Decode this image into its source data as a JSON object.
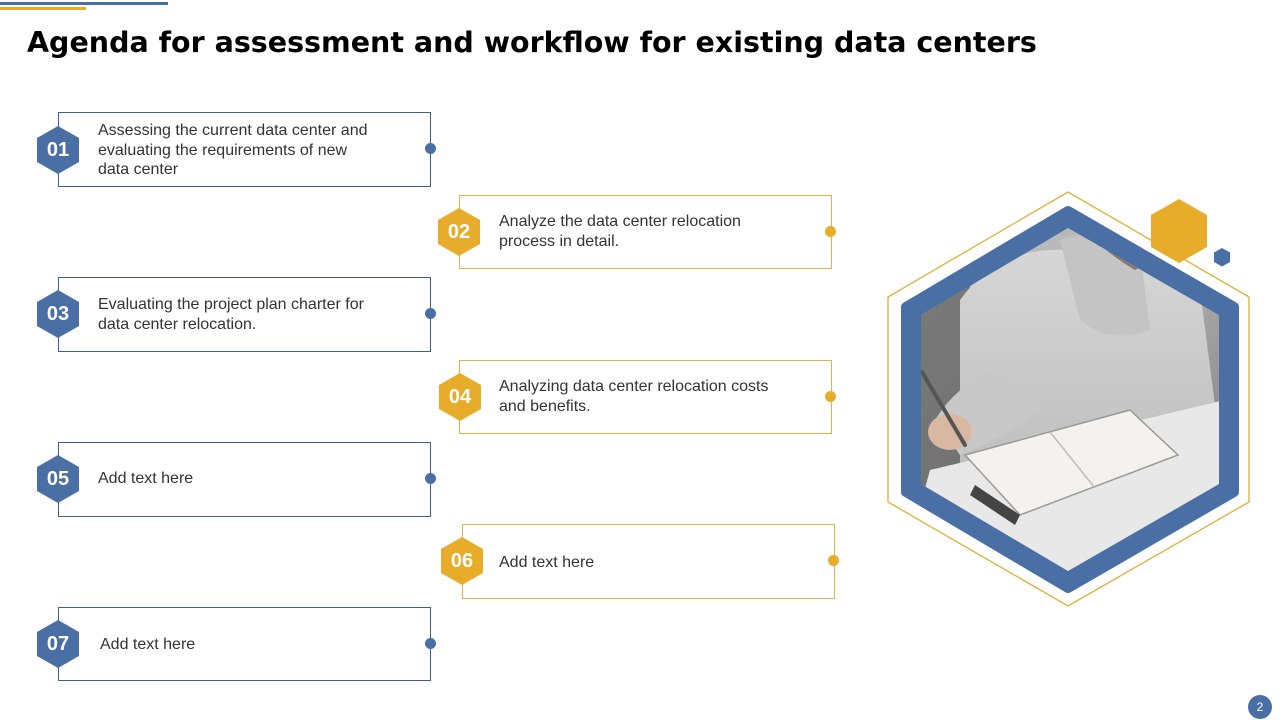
{
  "title": "Agenda for assessment and workflow for existing data centers",
  "items": [
    {
      "number": "01",
      "text": "Assessing the current data center and evaluating the requirements of new data center"
    },
    {
      "number": "02",
      "text": "Analyze the data center relocation process in detail."
    },
    {
      "number": "03",
      "text": "Evaluating the project plan charter for data center relocation."
    },
    {
      "number": "04",
      "text": "Analyzing data center relocation costs and benefits."
    },
    {
      "number": "05",
      "text": "Add text here"
    },
    {
      "number": "06",
      "text": "Add text here"
    },
    {
      "number": "07",
      "text": "Add text here"
    }
  ],
  "page_number": "2",
  "colors": {
    "blue": "#4a6fa5",
    "gold": "#e8ac2b"
  },
  "image": {
    "icon": "person-writing-in-notebook-photo"
  }
}
